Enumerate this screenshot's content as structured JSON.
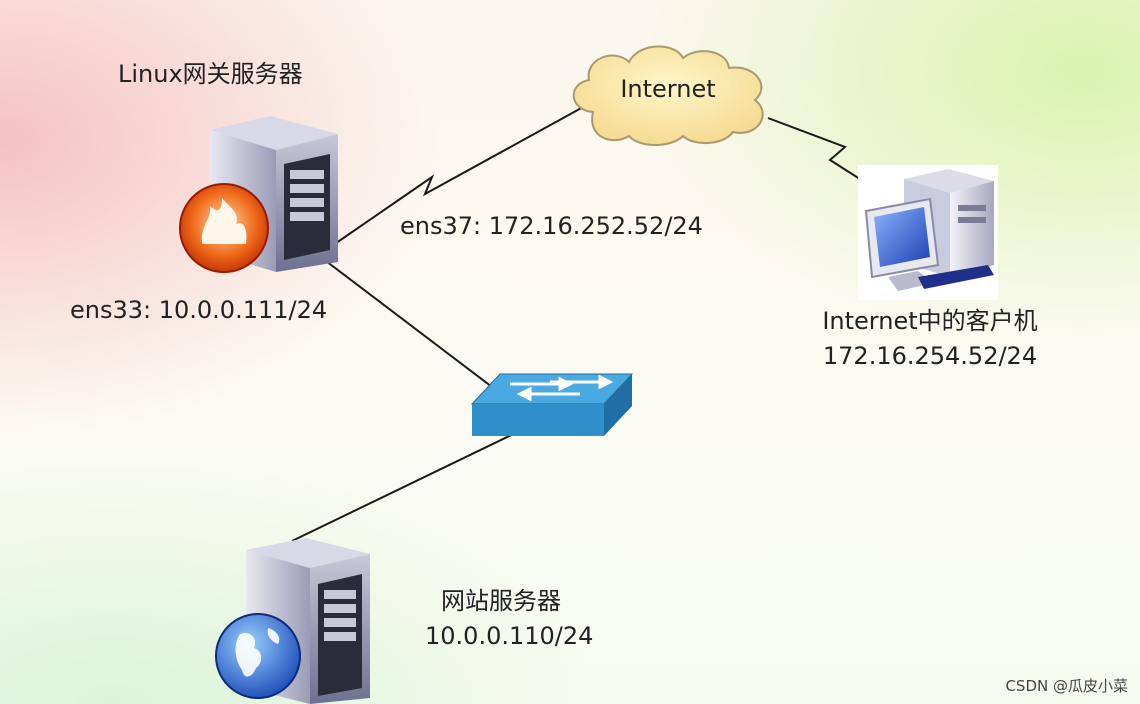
{
  "gateway": {
    "title": "Linux网关服务器",
    "ens33": "ens33: 10.0.0.111/24",
    "ens37": "ens37: 172.16.252.52/24"
  },
  "internet": {
    "label": "Internet"
  },
  "client": {
    "title": "Internet中的客户机",
    "ip": "172.16.254.52/24"
  },
  "web_server": {
    "title": "网站服务器",
    "ip": "10.0.0.110/24"
  },
  "watermark": "CSDN @瓜皮小菜"
}
